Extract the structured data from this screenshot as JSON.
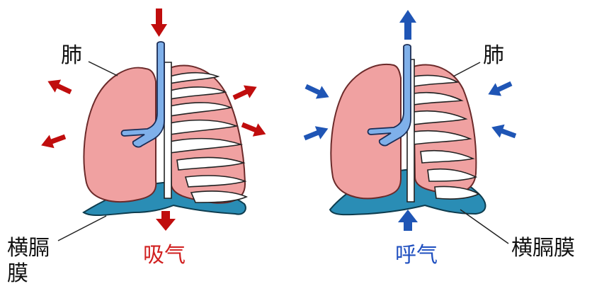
{
  "left_panel": {
    "lung_label": "肺",
    "diaphragm_label_line1": "横膈",
    "diaphragm_label_line2": "膜",
    "caption": "吸气"
  },
  "right_panel": {
    "lung_label": "肺",
    "diaphragm_label": "横膈膜",
    "caption": "呼气"
  },
  "colors": {
    "inhale_arrow": "#c00d0d",
    "exhale_arrow": "#1f55b5",
    "inhale_caption": "#d12020",
    "exhale_caption": "#2050c0",
    "lung_fill": "#f0a1a1",
    "lung_stroke": "#8a3030",
    "trachea_fill": "#7fb0ea",
    "diaphragm_fill": "#2a8db5",
    "rib_fill": "#ffffff"
  },
  "icons": [
    "arrow-in-icon",
    "arrow-out-icon",
    "arrow-up-icon",
    "arrow-down-icon"
  ]
}
